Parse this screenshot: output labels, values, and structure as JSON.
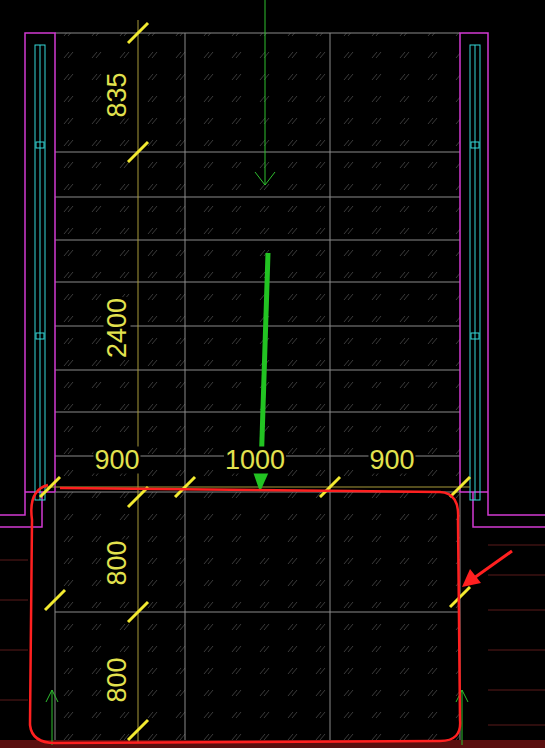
{
  "diagram": {
    "labels": [
      "835",
      "2400",
      "900",
      "1000",
      "900",
      "800",
      "800"
    ]
  }
}
